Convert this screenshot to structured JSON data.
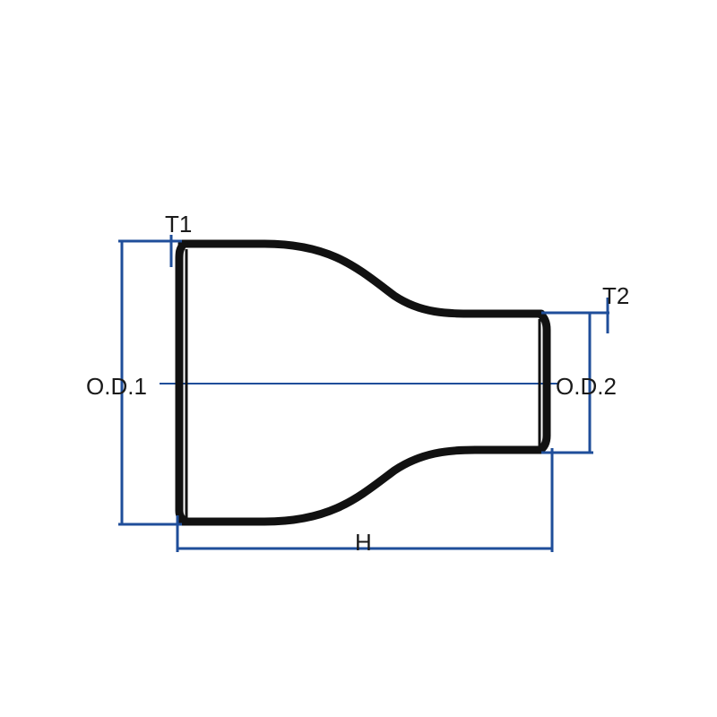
{
  "labels": {
    "t1": "T1",
    "t2": "T2",
    "od1": "O.D.1",
    "od2": "O.D.2",
    "h": "H"
  },
  "colors": {
    "dimension": "#1f4e9a",
    "outline": "#111111",
    "text": "#1a1a1a"
  }
}
